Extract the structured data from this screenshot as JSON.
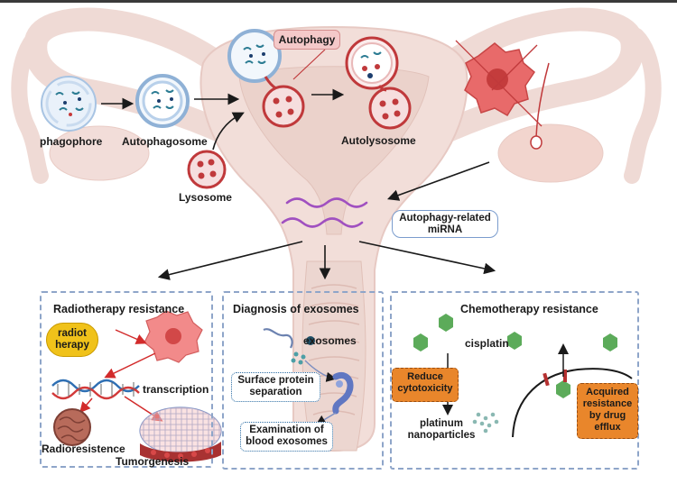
{
  "autophagy": {
    "phagophore": "phagophore",
    "autophagosome": "Autophagosome",
    "lysosome": "Lysosome",
    "autophagy": "Autophagy",
    "autolysosome": "Autolysosome"
  },
  "mirna_label": "Autophagy-related miRNA",
  "radiotherapy": {
    "title": "Radiotherapy resistance",
    "badge": "radiot herapy",
    "transcription": "transcription",
    "radioresistence": "Radioresistence",
    "tumorgenesis": "Tumorgenesis"
  },
  "diagnosis": {
    "title": "Diagnosis of exosomes",
    "exosomes": "exosomes",
    "surface": "Surface protein separation",
    "examination": "Examination of blood exosomes"
  },
  "chemotherapy": {
    "title": "Chemotherapy resistance",
    "cisplatin": "cisplatin",
    "reduce": "Reduce cytotoxicity",
    "platinum": "platinum nanoparticles",
    "acquired": "Acquired resistance by drug efflux"
  },
  "colors": {
    "uterus": "#f2ddd8",
    "uterus_edge": "#e6c7c0",
    "membrane_blue": "#8fb1d6",
    "lysosome_red": "#c0393b",
    "tumor_pink": "#e86a6a",
    "mirna_purple": "#a050c0",
    "orange_box": "#e9862b",
    "panel_border": "#8ea5c9",
    "drug_green": "#5cab5a"
  }
}
